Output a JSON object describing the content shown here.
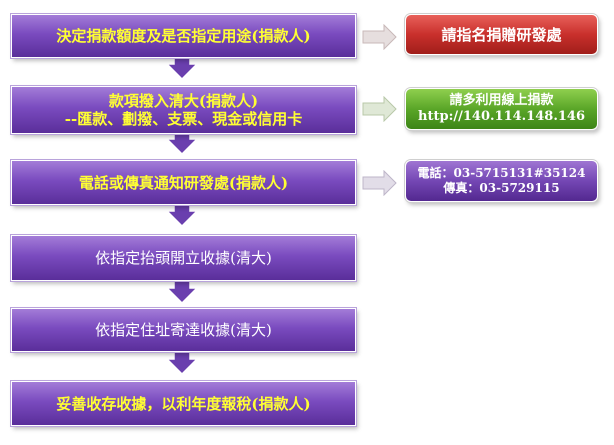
{
  "steps": [
    {
      "lines": [
        "決定捐款額度及是否指定用途(捐款人)"
      ],
      "style": "yellow"
    },
    {
      "lines": [
        "款項撥入清大(捐款人)",
        "--匯款、劃撥、支票、現金或信用卡"
      ],
      "style": "yellow"
    },
    {
      "lines": [
        "電話或傳真通知研發處(捐款人)"
      ],
      "style": "yellow"
    },
    {
      "lines": [
        "依指定抬頭開立收據(清大)"
      ],
      "style": "white"
    },
    {
      "lines": [
        "依指定住址寄達收據(清大)"
      ],
      "style": "white"
    },
    {
      "lines": [
        "妥善收存收據，以利年度報稅(捐款人)"
      ],
      "style": "yellow"
    }
  ],
  "side_notes": [
    {
      "lines": [
        "請指名捐贈研發處"
      ],
      "color": "red"
    },
    {
      "lines": [
        "請多利用線上捐款",
        "http://140.114.148.146"
      ],
      "color": "green"
    },
    {
      "lines": [
        "電話：03-5715131#35124",
        "傳真：03-5729115"
      ],
      "color": "purple"
    }
  ],
  "colors": {
    "step_box": "#7a4bbf",
    "step_text_highlight": "#ffff33",
    "step_text_normal": "#ffffff",
    "down_arrow": "#6a3fae",
    "side_arrow": "#d9d9d9",
    "note_red": "#c9302c",
    "note_green": "#5aa628",
    "note_purple": "#7447b4"
  }
}
